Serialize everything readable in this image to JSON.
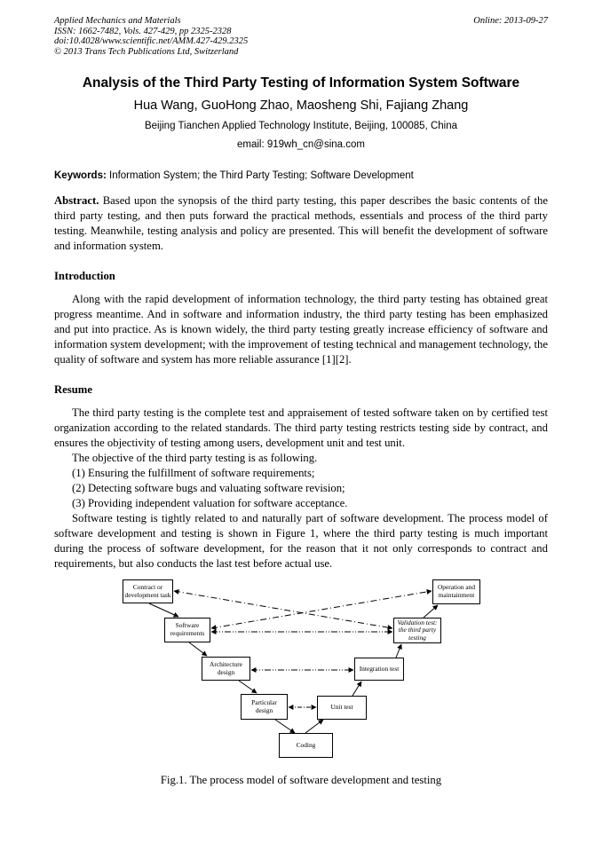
{
  "header": {
    "journal": "Applied Mechanics and Materials",
    "issn_line": "ISSN: 1662-7482, Vols. 427-429, pp 2325-2328",
    "doi_line": "doi:10.4028/www.scientific.net/AMM.427-429.2325",
    "copyright_line": "© 2013 Trans Tech Publications Ltd, Switzerland",
    "online_date": "Online: 2013-09-27"
  },
  "title": "Analysis of the Third Party Testing of Information System Software",
  "authors": "Hua Wang, GuoHong Zhao, Maosheng Shi, Fajiang Zhang",
  "affiliation": "Beijing Tianchen Applied Technology Institute, Beijing, 100085, China",
  "email": "email: 919wh_cn@sina.com",
  "keywords": {
    "label": "Keywords:",
    "text": "Information System; the Third Party Testing; Software Development"
  },
  "abstract": {
    "label": "Abstract.",
    "text": "Based upon the synopsis of the third party testing, this paper describes the basic contents of the third party testing, and then puts forward the practical methods, essentials and process of the third party testing. Meanwhile, testing analysis and policy are presented. This will benefit the development of software and information system."
  },
  "introduction": {
    "heading": "Introduction",
    "body": "Along with the rapid development of information technology, the third party testing has obtained great progress meantime. And in software and information industry, the third party testing has been emphasized and put into practice. As is known widely, the third party testing greatly increase efficiency of software and information system development; with the improvement of testing technical and management technology, the quality of software and system has more reliable assurance [1][2]."
  },
  "resume": {
    "heading": "Resume",
    "p1": "The third party testing is the complete test and appraisement of tested software taken on by certified test organization according to the related standards. The third party testing restricts testing side by contract, and ensures the objectivity of testing among users, development unit and test unit.",
    "objective_line": "The objective of the third party testing is as following.",
    "items": [
      "(1) Ensuring the fulfillment of software requirements;",
      "(2) Detecting software bugs and valuating software revision;",
      "(3) Providing independent valuation for software acceptance."
    ],
    "p2": "Software testing is tightly related to and naturally part of software development. The process model of software development and testing is shown in Figure 1, where the third party testing is much important during the process of software development, for the reason that it not only corresponds to contract and requirements, but also conducts the last test before actual use."
  },
  "figure": {
    "caption": "Fig.1. The process model of software development and testing",
    "boxes": {
      "contract": "Contract or development task",
      "software_req": "Software requirements",
      "architecture": "Architecture design",
      "particular": "Particular design",
      "coding": "Coding",
      "unit": "Unit test",
      "integration": "Integration test",
      "validation": "Validation test: the third party testing",
      "operation": "Operation and maintainment"
    }
  }
}
